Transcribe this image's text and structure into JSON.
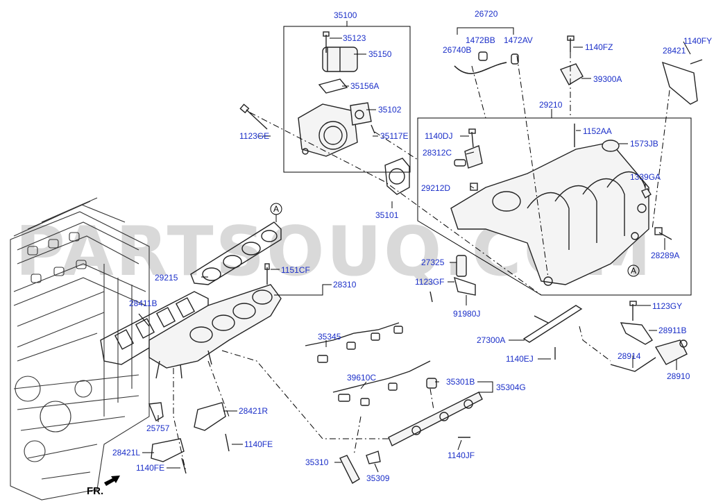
{
  "watermark": "PARTSOUQ.COM",
  "direction_label": "FR.",
  "callout_letter": "A",
  "labels": {
    "p35100": "35100",
    "p35123": "35123",
    "p35150": "35150",
    "p35156A": "35156A",
    "p35102": "35102",
    "p35117E": "35117E",
    "p1123GE": "1123GE",
    "p35101": "35101",
    "p26720": "26720",
    "p1472BB": "1472BB",
    "p1472AV": "1472AV",
    "p26740B": "26740B",
    "p1140FZ": "1140FZ",
    "p1140FY": "1140FY",
    "p28421": "28421",
    "p39300A": "39300A",
    "p29210": "29210",
    "p1140DJ": "1140DJ",
    "p1152AA": "1152AA",
    "p1573JB": "1573JB",
    "p28312C": "28312C",
    "p29212D": "29212D",
    "p1339GA": "1339GA",
    "p28289A": "28289A",
    "p27325": "27325",
    "p1123GF": "1123GF",
    "p91980J": "91980J",
    "p1123GY": "1123GY",
    "p28911B": "28911B",
    "p29215": "29215",
    "p1151CF": "1151CF",
    "p28310": "28310",
    "p28411B": "28411B",
    "p35345": "35345",
    "p27300A": "27300A",
    "p1140EJ": "1140EJ",
    "p28914": "28914",
    "p28910": "28910",
    "p39610C": "39610C",
    "p35301B": "35301B",
    "p35304G": "35304G",
    "p25757": "25757",
    "p28421R": "28421R",
    "p1140FE_r": "1140FE",
    "p28421L": "28421L",
    "p1140FE_l": "1140FE",
    "p1140JF": "1140JF",
    "p35310": "35310",
    "p35309": "35309"
  }
}
